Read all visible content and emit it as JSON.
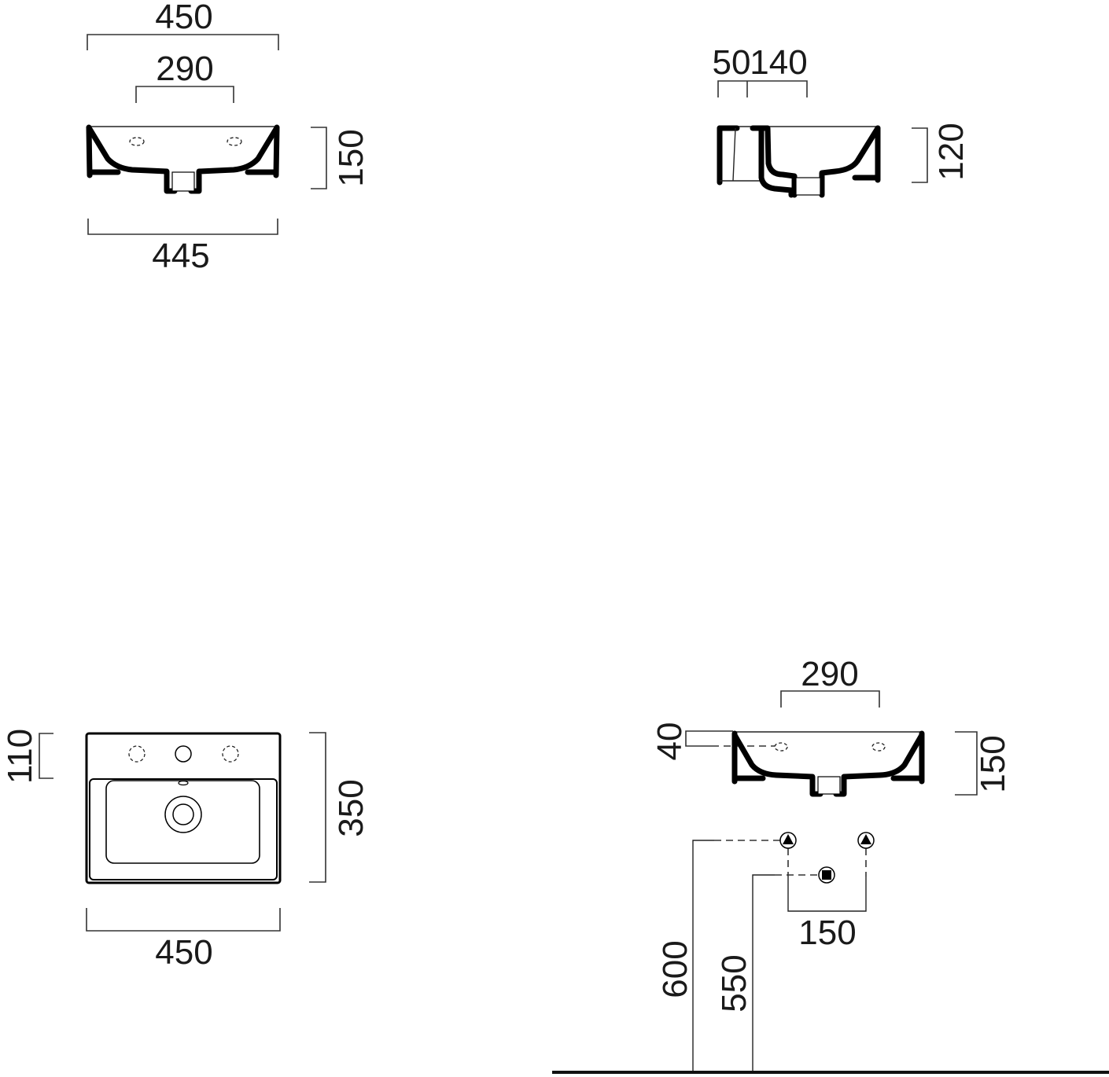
{
  "views": {
    "front": {
      "overall_width": "450",
      "tap_holes_spacing": "290",
      "height": "150",
      "base_width": "445"
    },
    "side": {
      "wall_offset": "50",
      "outlet_offset": "140",
      "height": "120"
    },
    "top": {
      "tap_zone_depth": "110",
      "depth": "350",
      "width": "450"
    },
    "installation": {
      "tap_holes_spacing": "290",
      "tap_hole_height_from_top": "40",
      "basin_height": "150",
      "supply_spacing": "150",
      "supply_height_from_floor": "600",
      "waste_height_from_floor": "550"
    }
  },
  "legend_symbols": {
    "water_supply": "triangle-in-circle",
    "waste": "square-in-circle"
  },
  "colors": {
    "line": "#000000",
    "dimension": "#333333",
    "background": "#ffffff"
  }
}
